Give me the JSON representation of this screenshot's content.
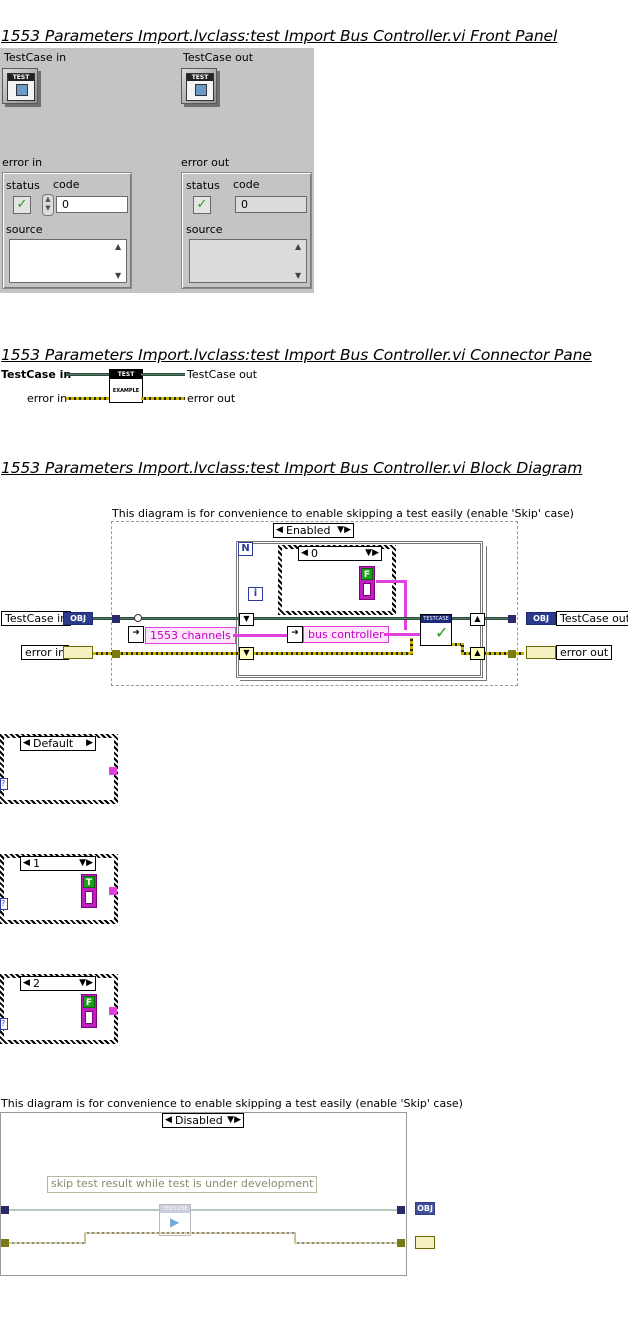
{
  "front_panel": {
    "title": "1553 Parameters Import.lvclass:test Import Bus Controller.vi Front Panel",
    "testcase_in_label": "TestCase in",
    "testcase_out_label": "TestCase out",
    "error_in_label": "error in",
    "error_out_label": "error out",
    "status_label": "status",
    "code_label": "code",
    "source_label": "source",
    "status_in": "✓",
    "status_out": "✓",
    "code_in": "0",
    "code_out": "0",
    "icon_text": "TEST"
  },
  "connector_pane": {
    "title": "1553 Parameters Import.lvclass:test Import Bus Controller.vi Connector Pane",
    "testcase_in": "TestCase in",
    "testcase_out": "TestCase out",
    "error_in": "error in",
    "error_out": "error out",
    "icon_top": "TEST",
    "icon_bottom": "EXAMPLE"
  },
  "block_diagram": {
    "title": "1553 Parameters Import.lvclass:test Import Bus Controller.vi Block Diagram",
    "comment": "This diagram is for convenience to enable skipping a test easily (enable 'Skip' case)",
    "selector_enabled": "Enabled",
    "loop_n": "N",
    "loop_i": "i",
    "inner_case": "0",
    "bool_false": "F",
    "bool_true": "T",
    "const_channels": "1553 channels",
    "const_bus": "bus controller",
    "testcase_in": "TestCase in",
    "testcase_out": "TestCase out",
    "error_in": "error in",
    "error_out": "error out",
    "obj_tag": "OBJ",
    "subvi_label": "TESTCASE",
    "case_default": "Default",
    "case_1": "1",
    "case_2": "2",
    "comment2": "This diagram is for convenience to enable skipping a test easily (enable 'Skip' case)",
    "selector_disabled": "Disabled",
    "skip_note": "skip test result while test is under development",
    "disabled_subvi_label": "TESTCASE"
  },
  "colors": {
    "panel_bg": "#c4c4c4",
    "wire_object": "#5a7a6a",
    "wire_error": "#c8b400",
    "wire_string": "#e040e0",
    "bool_green": "#1aa01a",
    "int_blue": "#2a3aa0"
  }
}
